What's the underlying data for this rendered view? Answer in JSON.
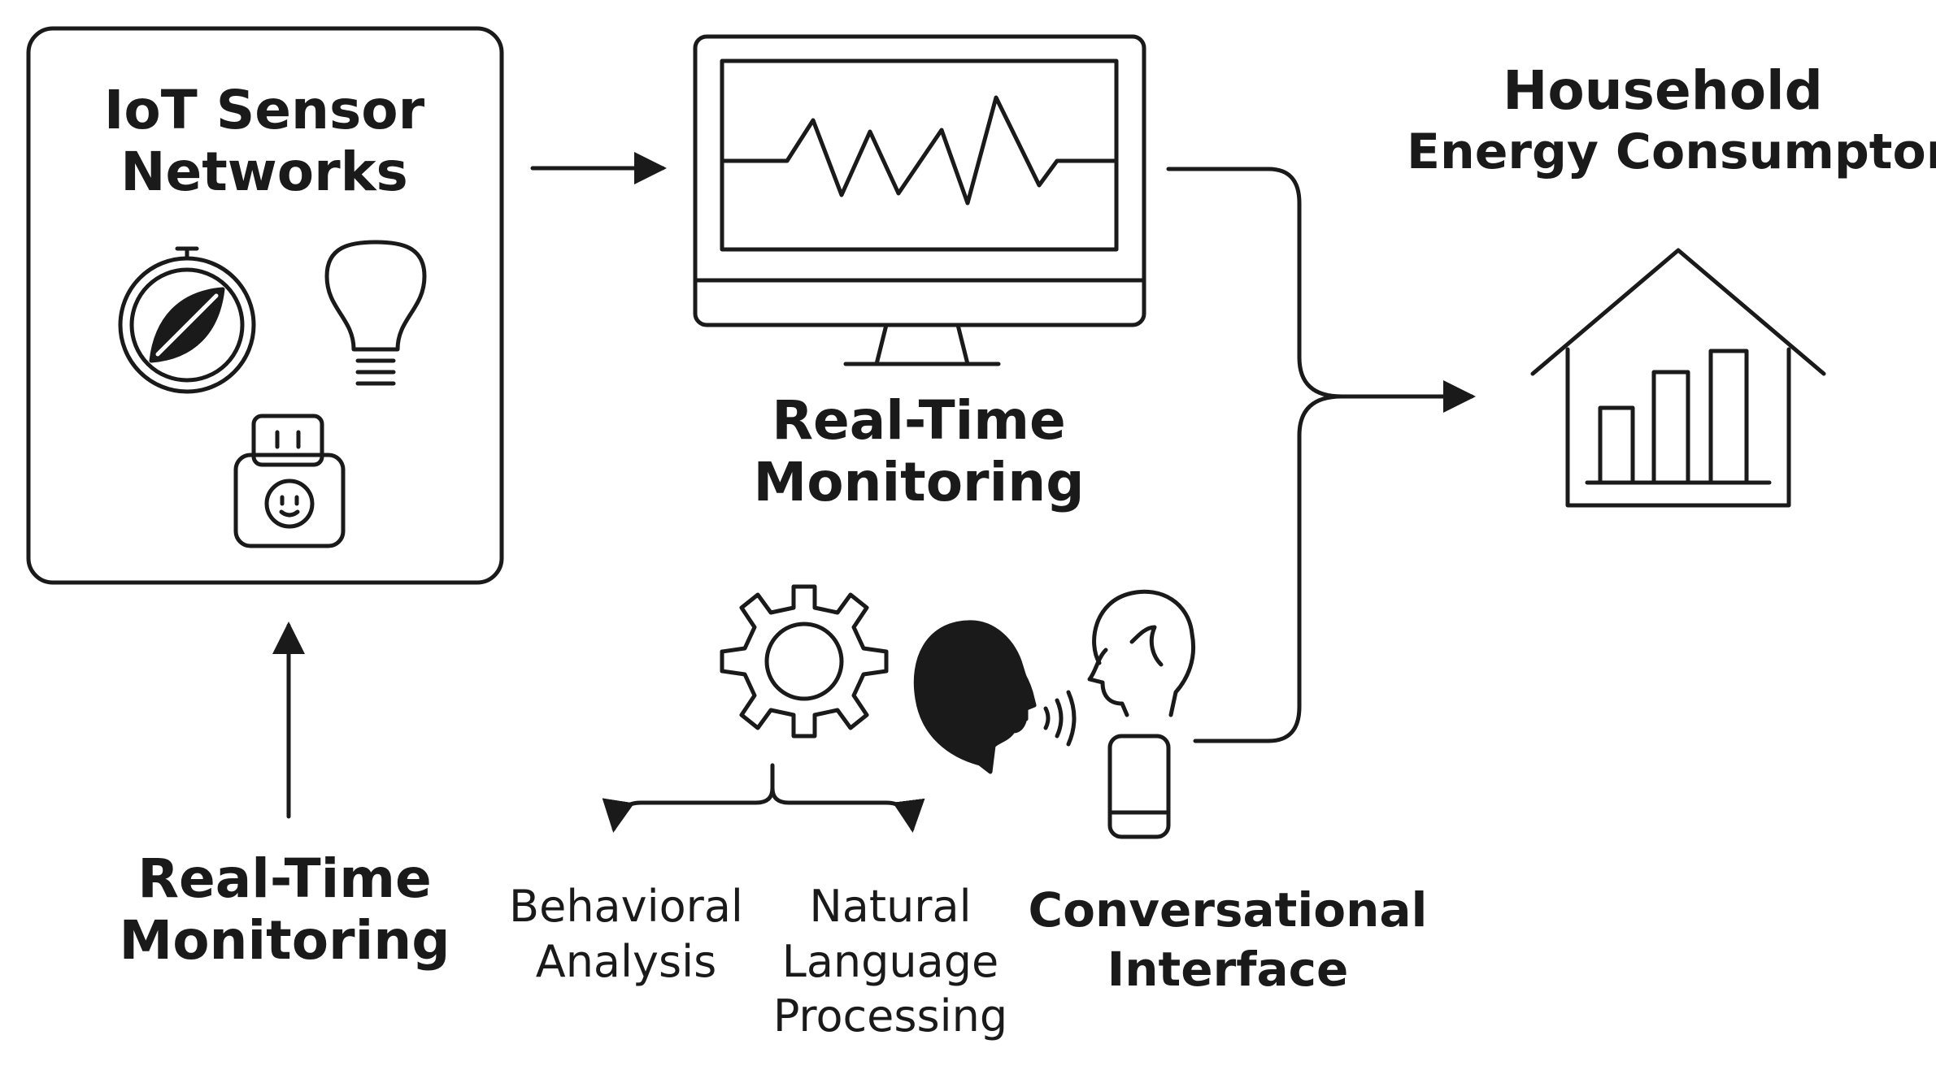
{
  "iot_box": {
    "title_line1": "IoT Sensor",
    "title_line2": "Networks"
  },
  "monitor": {
    "label_line1": "Real-Time",
    "label_line2": "Monitoring"
  },
  "household": {
    "title_line1": "Household",
    "title_line2": "Energy Consumpton"
  },
  "bottom_left": {
    "label_line1": "Real-Time",
    "label_line2": "Monitoring"
  },
  "behavioral": {
    "label_line1": "Behavioral",
    "label_line2": "Analysis"
  },
  "nlp": {
    "label_line1": "Natural",
    "label_line2": "Language",
    "label_line3": "Processing"
  },
  "conversational": {
    "label_line1": "Conversational",
    "label_line2": "Interface"
  },
  "colors": {
    "ink": "#1a1a1a",
    "background": "#ffffff"
  }
}
